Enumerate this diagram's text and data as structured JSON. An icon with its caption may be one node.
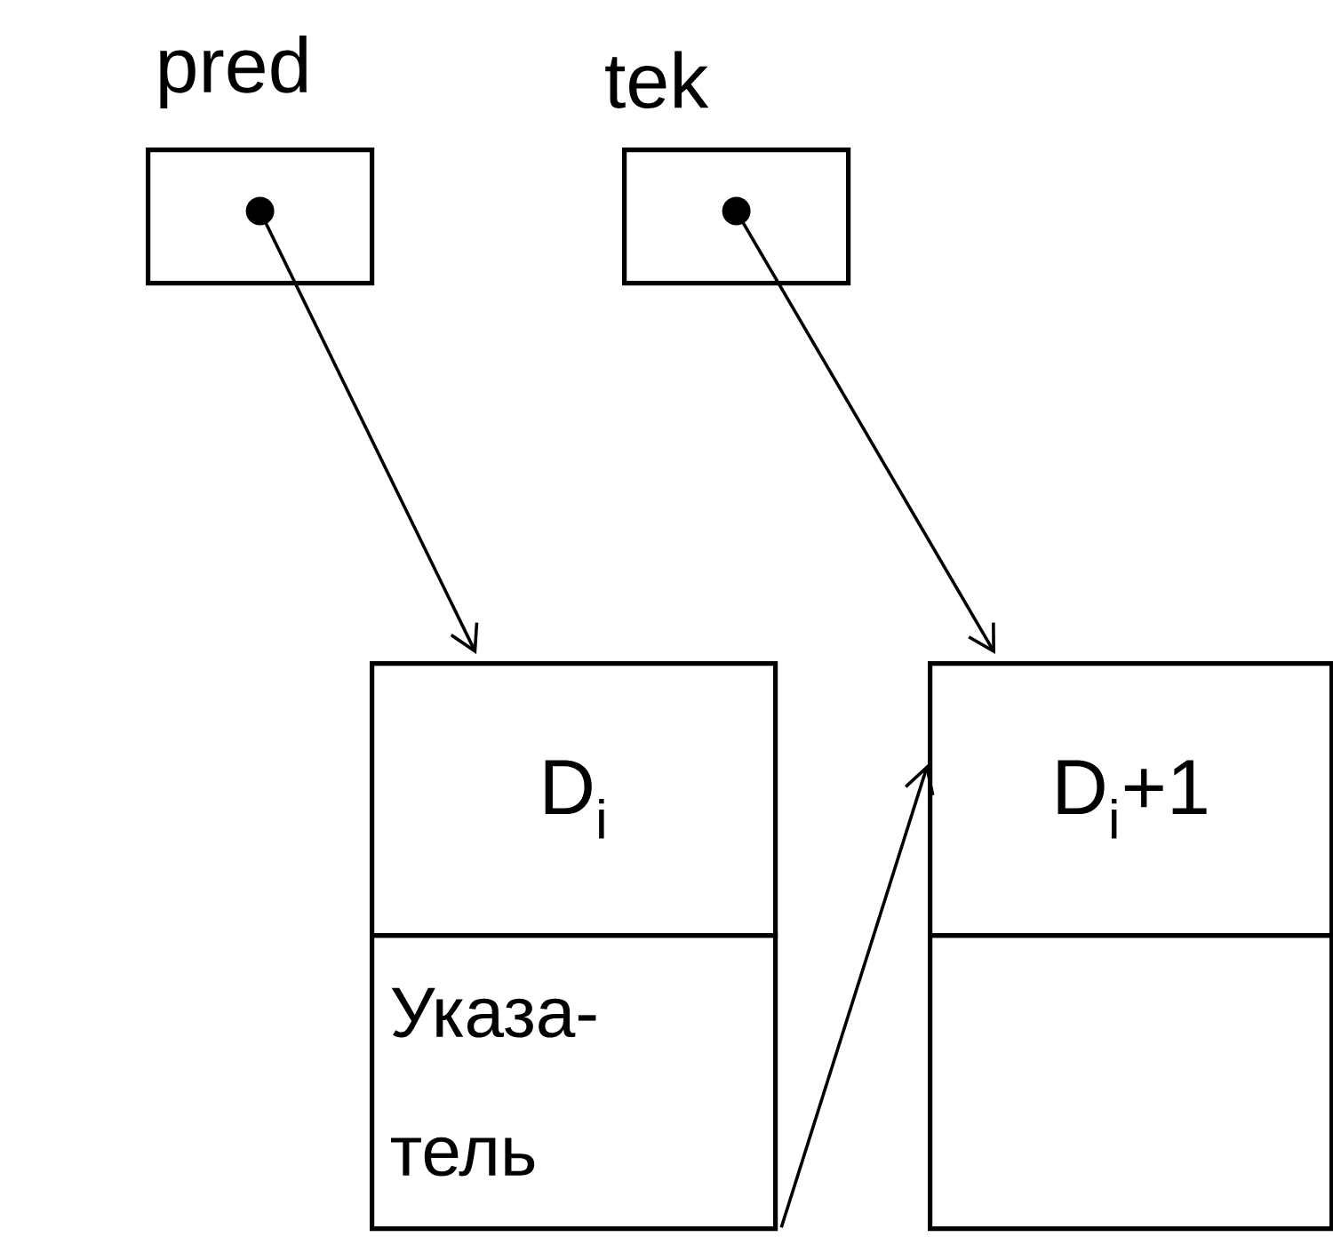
{
  "diagram": {
    "nodes": [
      {
        "text": [
          "pred"
        ]
      },
      {
        "text": [
          "tek"
        ]
      },
      {
        "text": [
          "D$_{i}$"
        ]
      },
      {
        "text": [
          "Указа- тель"
        ]
      },
      {
        "text": [
          "D$_{i}$+1"
        ]
      },
      {
        "text": [],
        "shape": "box"
      }
    ],
    "edges": [
      {
        "from": 0,
        "to": 2,
        "arrow": "to"
      },
      {
        "from": 1,
        "to": 4,
        "arrow": "to"
      },
      {
        "from": 3,
        "to": 4,
        "arrow": "to"
      }
    ]
  }
}
